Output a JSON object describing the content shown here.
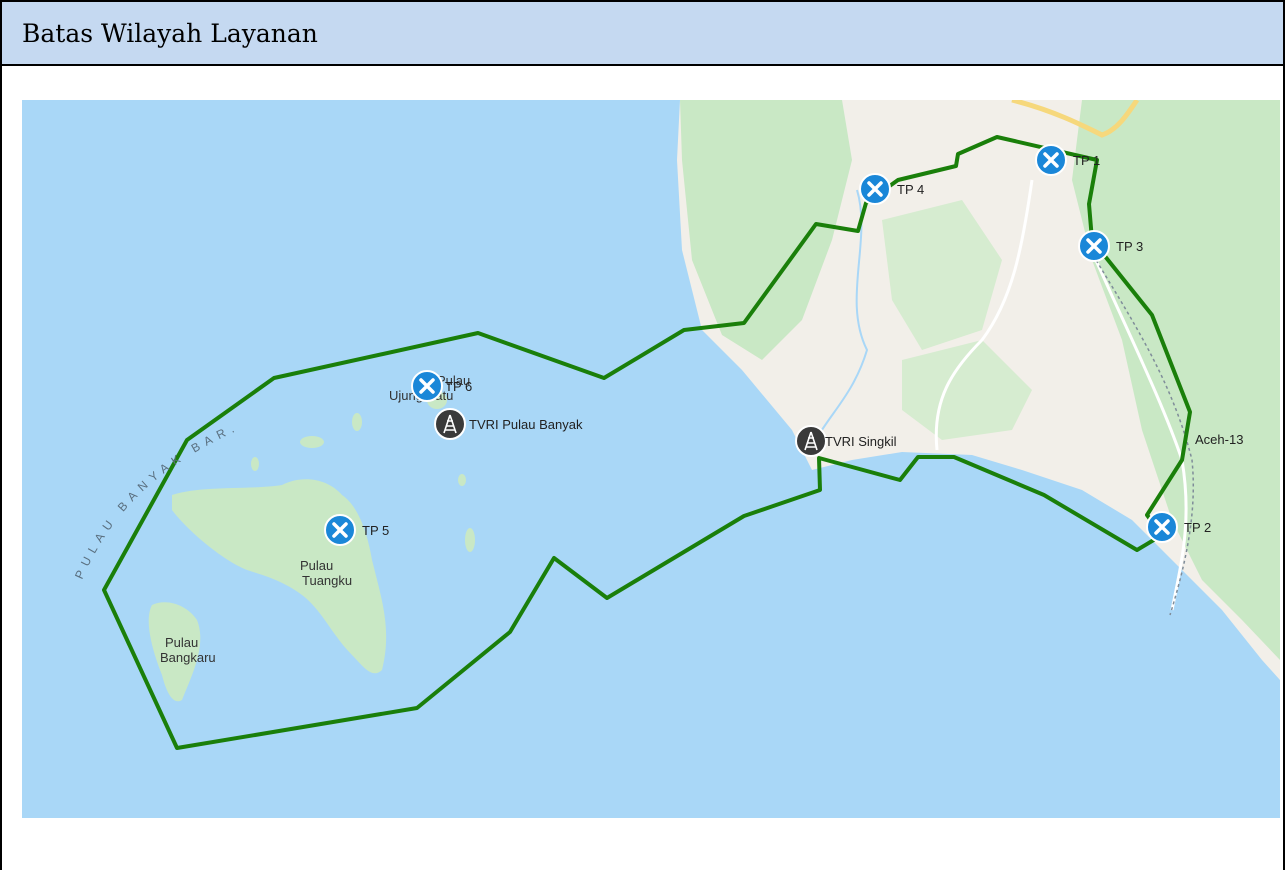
{
  "header": {
    "title": "Batas Wilayah Layanan"
  },
  "colors": {
    "sea": "#a9d7f7",
    "land": "#f2efe9",
    "forest": "#c9e8c5",
    "boundary": "#1a7f0a",
    "marker_blue": "#1a87d8",
    "marker_dark": "#3a3a3a",
    "road_yellow": "#f6d87c"
  },
  "map": {
    "sea_label": "PULAU BANYAK BAR.",
    "places": [
      {
        "id": "pulau-tuangku",
        "line1": "Pulau",
        "line2": "Tuangku"
      },
      {
        "id": "pulau-bangkaru",
        "line1": "Pulau",
        "line2": "Bangkaru"
      },
      {
        "id": "pulau-ujung-batu",
        "line1": "Pulau",
        "line2": "Ujung Batu"
      }
    ],
    "road_label": "Aceh-13",
    "transmitters": [
      {
        "id": "tvri-pulau-banyak",
        "label": "TVRI Pulau Banyak",
        "icon": "transmitter-tower-icon"
      },
      {
        "id": "tvri-singkil",
        "label": "TVRI Singkil",
        "icon": "transmitter-tower-icon"
      }
    ],
    "points": [
      {
        "id": "tp1",
        "label": "TP 1",
        "icon": "close-x-icon"
      },
      {
        "id": "tp2",
        "label": "TP 2",
        "icon": "close-x-icon"
      },
      {
        "id": "tp3",
        "label": "TP 3",
        "icon": "close-x-icon"
      },
      {
        "id": "tp4",
        "label": "TP 4",
        "icon": "close-x-icon"
      },
      {
        "id": "tp5",
        "label": "TP 5",
        "icon": "close-x-icon"
      },
      {
        "id": "tp6",
        "label": "TP 6",
        "icon": "close-x-icon"
      }
    ]
  }
}
